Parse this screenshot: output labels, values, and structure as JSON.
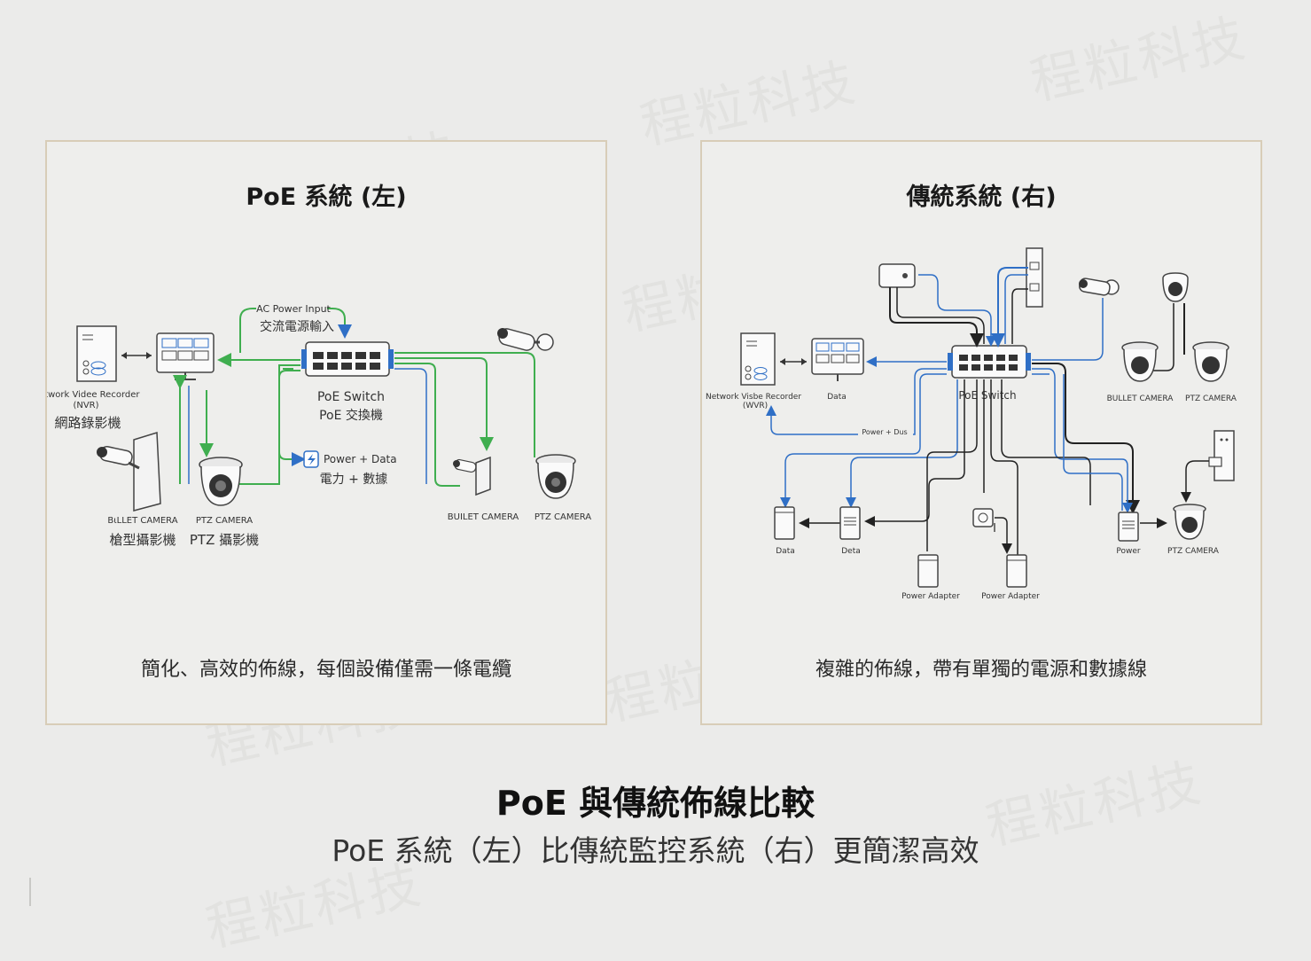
{
  "watermark": "程粒科技",
  "left_panel": {
    "title": "PoE 系統 (左)",
    "caption": "簡化、高效的佈線，每個設備僅需一條電纜",
    "labels": {
      "ac_power_en": "AC Power Input",
      "ac_power_zh": "交流電源輸入",
      "nvr_en": "Network Videe Recorder",
      "nvr_abbr": "(NVR)",
      "nvr_zh": "網路錄影機",
      "switch_en": "PoE Switch",
      "switch_zh": "PoE 交換機",
      "power_data_en": "Power + Data",
      "power_data_zh": "電力 + 數據",
      "bullet_camera_en": "BιLLET CAMERA",
      "bullet_camera_zh": "槍型攝影機",
      "ptz_camera_en": "PTZ CAMERA",
      "ptz_camera_zh": "PTZ 攝影機",
      "bullet_camera_2_en": "BUILET CAMERA",
      "ptz_camera_2_en": "PTZ CAMERA"
    }
  },
  "right_panel": {
    "title": "傳統系統 (右)",
    "caption": "複雜的佈線，帶有單獨的電源和數據線",
    "labels": {
      "nvr_en": "Network Visbe Recorder",
      "nvr_abbr": "(WVR)",
      "data_1": "Data",
      "switch_en": "PoE Switch",
      "power_dus": "Power + Dus",
      "bullet_camera": "BULLET CAMERA",
      "ptz_camera": "PTZ CAMERA",
      "data_2": "Data",
      "data_3": "Deta",
      "power": "Power",
      "ptz_camera_2": "PTZ CAMERA",
      "power_adapter_1": "Power Adapter",
      "power_adapter_2": "Power Adapter"
    }
  },
  "main_title": "PoE 與傳統佈線比較",
  "main_subtitle": "PoE 系統（左）比傳統監控系統（右）更簡潔高效",
  "colors": {
    "poe_green": "#3fae4f",
    "data_blue": "#2f6fc6",
    "power_black": "#222222",
    "panel_border": "#d8cdb8"
  }
}
